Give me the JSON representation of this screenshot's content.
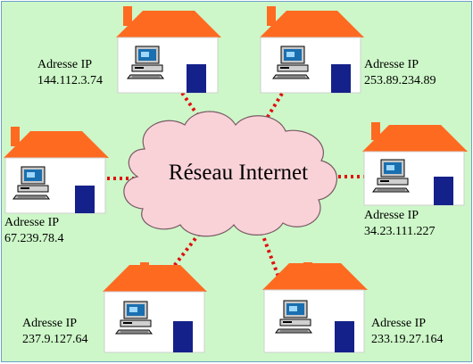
{
  "cloud": {
    "label": "Réseau Internet"
  },
  "hosts": [
    {
      "id": "top-left",
      "label": "Adresse IP",
      "ip": "144.112.3.74"
    },
    {
      "id": "top-right",
      "label": "Adresse IP",
      "ip": "253.89.234.89"
    },
    {
      "id": "middle-left",
      "label": "Adresse IP",
      "ip": "67.239.78.4"
    },
    {
      "id": "middle-right",
      "label": "Adresse IP",
      "ip": "34.23.111.227"
    },
    {
      "id": "bottom-left",
      "label": "Adresse IP",
      "ip": "237.9.127.64"
    },
    {
      "id": "bottom-right",
      "label": "Adresse IP",
      "ip": "233.19.27.164"
    }
  ],
  "colors": {
    "background": "#cdf7c8",
    "cloud_fill": "#f9d2d8",
    "cloud_stroke": "#7a5a66",
    "roof": "#ff6a21",
    "wall": "#ffffff",
    "door": "#15218a",
    "link": "#e01010"
  },
  "icons": [
    "house-icon",
    "computer-icon",
    "cloud-icon"
  ]
}
